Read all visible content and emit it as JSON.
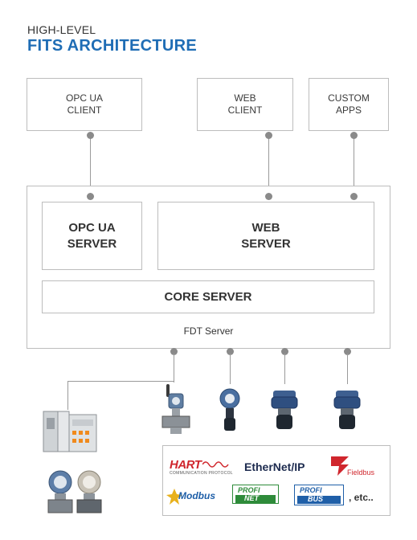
{
  "header": {
    "line1": "HIGH-LEVEL",
    "line2": "FITS ARCHITECTURE"
  },
  "clients": {
    "opc_ua": "OPC UA\nCLIENT",
    "web": "WEB\nCLIENT",
    "custom": "CUSTOM\nAPPS"
  },
  "servers": {
    "opc_ua": "OPC UA\nSERVER",
    "web": "WEB\nSERVER",
    "core": "CORE SERVER",
    "fdt": "FDT Server"
  },
  "protocols": {
    "hart": "HART",
    "hart_sub": "COMMUNICATION PROTOCOL",
    "ethernet_ip": "EtherNet/IP",
    "fieldbus": "Fieldbus",
    "modbus": "Modbus",
    "profinet_top": "PROFI",
    "profinet_bottom": "NET",
    "profibus_top": "PROFI",
    "profibus_bottom": "BUS",
    "etc": ", etc.."
  },
  "colors": {
    "title_blue": "#1f6db5",
    "line_gray": "#9a9a9a",
    "dot_gray": "#8a8a8a",
    "hart_red": "#d0262d",
    "profi_green": "#2e8b3a",
    "profibus_blue": "#1f5fa8",
    "modbus_yellow": "#e8b11c"
  }
}
